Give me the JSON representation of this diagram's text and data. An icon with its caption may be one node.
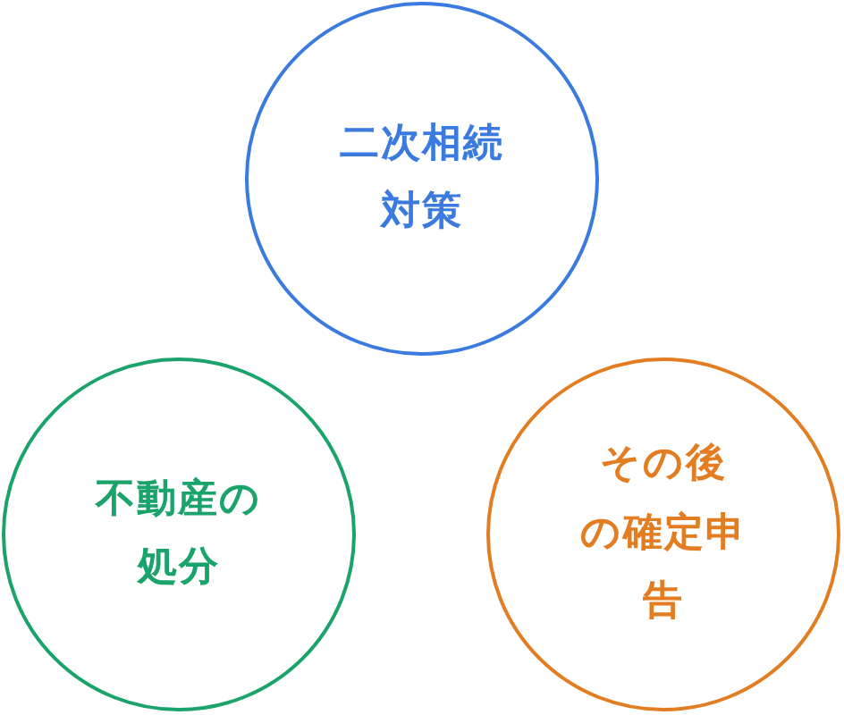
{
  "diagram": {
    "nodes": [
      {
        "text": [
          "二次相続対策"
        ]
      },
      {
        "text": [
          "不動産の処分"
        ]
      },
      {
        "text": [
          "その後の確定申告"
        ]
      }
    ]
  }
}
